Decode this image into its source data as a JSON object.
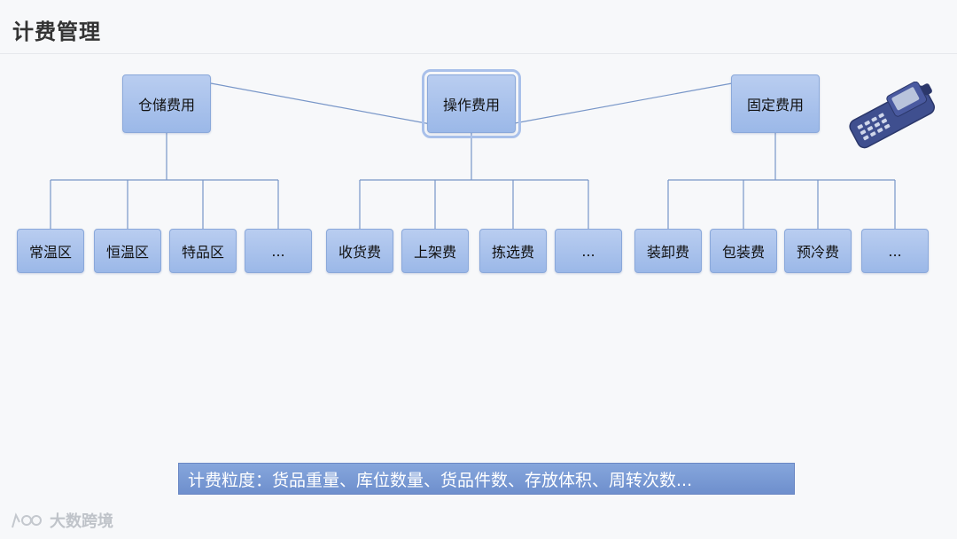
{
  "title": "计费管理",
  "top_nodes": [
    {
      "label": "仓储费用"
    },
    {
      "label": "操作费用"
    },
    {
      "label": "固定费用"
    }
  ],
  "leaves": [
    {
      "label": "常温区"
    },
    {
      "label": "恒温区"
    },
    {
      "label": "特品区"
    },
    {
      "label": "..."
    },
    {
      "label": "收货费"
    },
    {
      "label": "上架费"
    },
    {
      "label": "拣选费"
    },
    {
      "label": "..."
    },
    {
      "label": "装卸费"
    },
    {
      "label": "包装费"
    },
    {
      "label": "预冷费"
    },
    {
      "label": "..."
    }
  ],
  "footer": "计费粒度：货品重量、库位数量、货品件数、存放体积、周转次数...",
  "watermark": "大数跨境",
  "icons": [
    "handheld-scanner-icon",
    "watermark-logo-icon"
  ],
  "colors": {
    "node_fill": "#a9c3ee",
    "node_border": "#8aa8da",
    "line": "#7896c8",
    "footer_fill": "#7b9bd6"
  }
}
